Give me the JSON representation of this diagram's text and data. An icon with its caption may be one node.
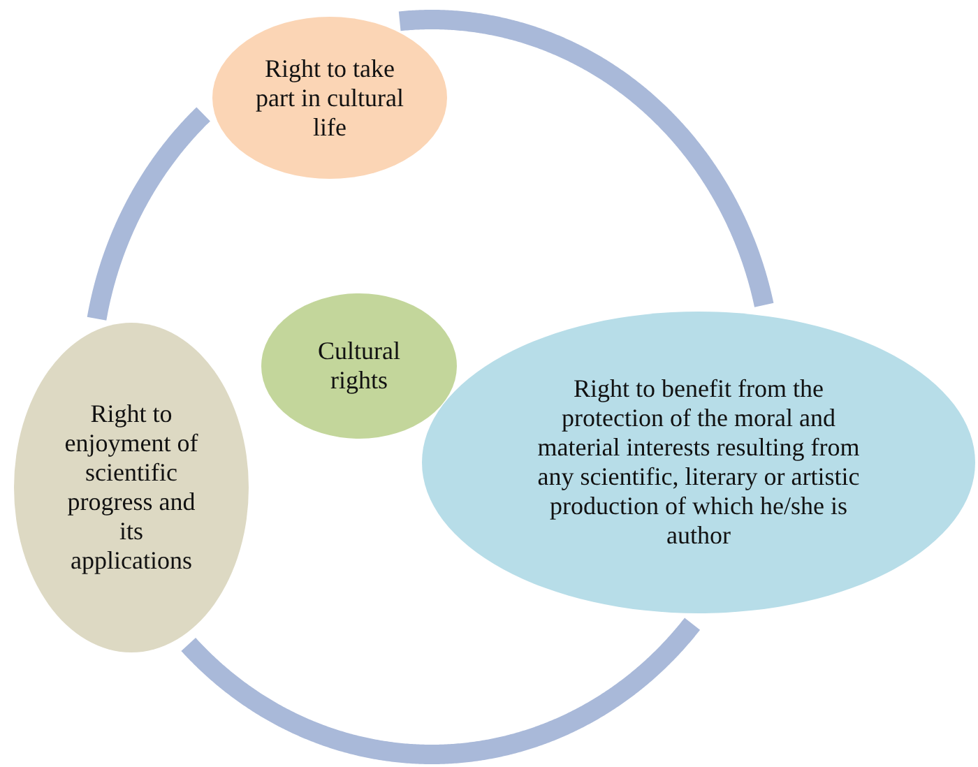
{
  "diagram": {
    "nodes": [
      {
        "text": [
          "Right to take part in cultural life"
        ]
      },
      {
        "text": [
          "Cultural rights"
        ]
      },
      {
        "text": [
          "Right to enjoyment of scientific progress and its applications"
        ]
      },
      {
        "text": [
          "Right to benefit from the protection of the moral and material interests resulting from any scientific, literary or artistic production of which he/she is author"
        ]
      }
    ],
    "edges": [
      {
        "from": 0,
        "to": 3,
        "arrow": "none"
      },
      {
        "from": 3,
        "to": 2,
        "arrow": "none"
      },
      {
        "from": 2,
        "to": 0,
        "arrow": "none"
      }
    ]
  }
}
